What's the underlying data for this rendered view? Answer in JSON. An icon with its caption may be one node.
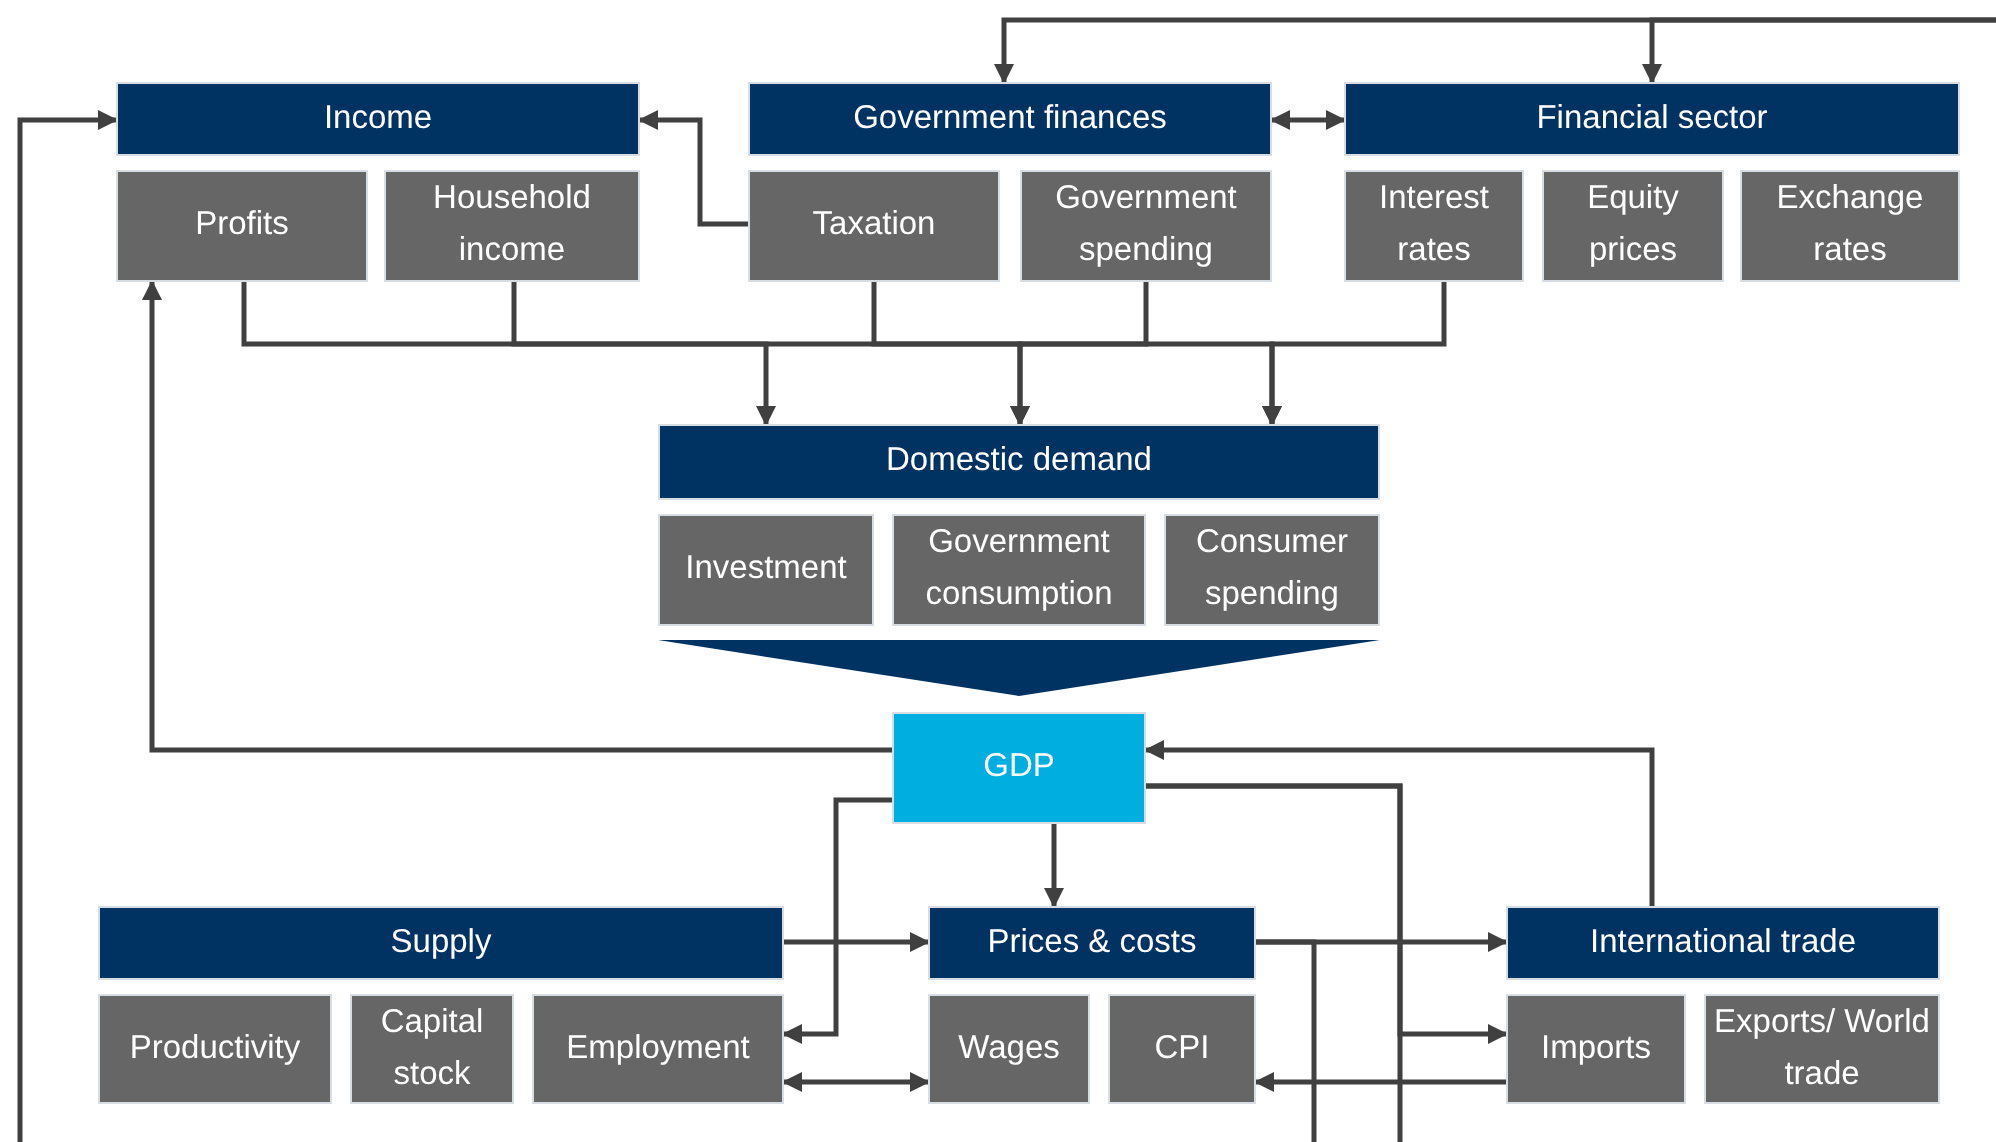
{
  "diagram": {
    "nodes": [
      {
        "text": [
          "Income"
        ]
      },
      {
        "text": [
          "Profits"
        ]
      },
      {
        "text": [
          "Household income"
        ]
      },
      {
        "text": [
          "Government finances"
        ]
      },
      {
        "text": [
          "Taxation"
        ]
      },
      {
        "text": [
          "Government spending"
        ]
      },
      {
        "text": [
          "Financial sector"
        ]
      },
      {
        "text": [
          "Interest rates"
        ]
      },
      {
        "text": [
          "Equity prices"
        ]
      },
      {
        "text": [
          "Exchange rates"
        ]
      },
      {
        "text": [
          "Domestic demand"
        ]
      },
      {
        "text": [
          "Investment"
        ]
      },
      {
        "text": [
          "Government consumption"
        ]
      },
      {
        "text": [
          "Consumer spending"
        ]
      },
      {
        "text": [
          "GDP"
        ]
      },
      {
        "text": [
          "Supply"
        ]
      },
      {
        "text": [
          "Productivity"
        ]
      },
      {
        "text": [
          "Capital stock"
        ]
      },
      {
        "text": [
          "Employment"
        ]
      },
      {
        "text": [
          "Prices & costs"
        ]
      },
      {
        "text": [
          "Wages"
        ]
      },
      {
        "text": [
          "CPI"
        ]
      },
      {
        "text": [
          "International trade"
        ]
      },
      {
        "text": [
          "Imports"
        ]
      },
      {
        "text": [
          "Exports/ World trade"
        ]
      }
    ],
    "edges": [
      {
        "from": null,
        "to": 3,
        "arrow": "to"
      },
      {
        "from": null,
        "to": 6,
        "arrow": "to"
      },
      {
        "from": 4,
        "to": 0,
        "arrow": "to"
      },
      {
        "from": 3,
        "to": 6,
        "arrow": "both"
      },
      {
        "from": 1,
        "to": 10,
        "arrow": "to"
      },
      {
        "from": 2,
        "to": 10,
        "arrow": "to"
      },
      {
        "from": 4,
        "to": 10,
        "arrow": "to"
      },
      {
        "from": 5,
        "to": 10,
        "arrow": "to"
      },
      {
        "from": 7,
        "to": 10,
        "arrow": "to"
      },
      {
        "from": 10,
        "to": 14,
        "arrow": "to",
        "style": "thick"
      },
      {
        "from": 14,
        "to": 1,
        "arrow": "to"
      },
      {
        "from": null,
        "to": 0,
        "arrow": "to"
      },
      {
        "from": 14,
        "to": 18,
        "arrow": "to"
      },
      {
        "from": 14,
        "to": 19,
        "arrow": "to"
      },
      {
        "from": 14,
        "to": 23,
        "arrow": "to"
      },
      {
        "from": 14,
        "to": null,
        "arrow": "none"
      },
      {
        "from": 22,
        "to": 14,
        "arrow": "to"
      },
      {
        "from": 15,
        "to": 19,
        "arrow": "to"
      },
      {
        "from": 19,
        "to": 22,
        "arrow": "to"
      },
      {
        "from": 19,
        "to": null,
        "arrow": "none"
      },
      {
        "from": 18,
        "to": 20,
        "arrow": "both"
      },
      {
        "from": 23,
        "to": 21,
        "arrow": "to"
      }
    ]
  }
}
